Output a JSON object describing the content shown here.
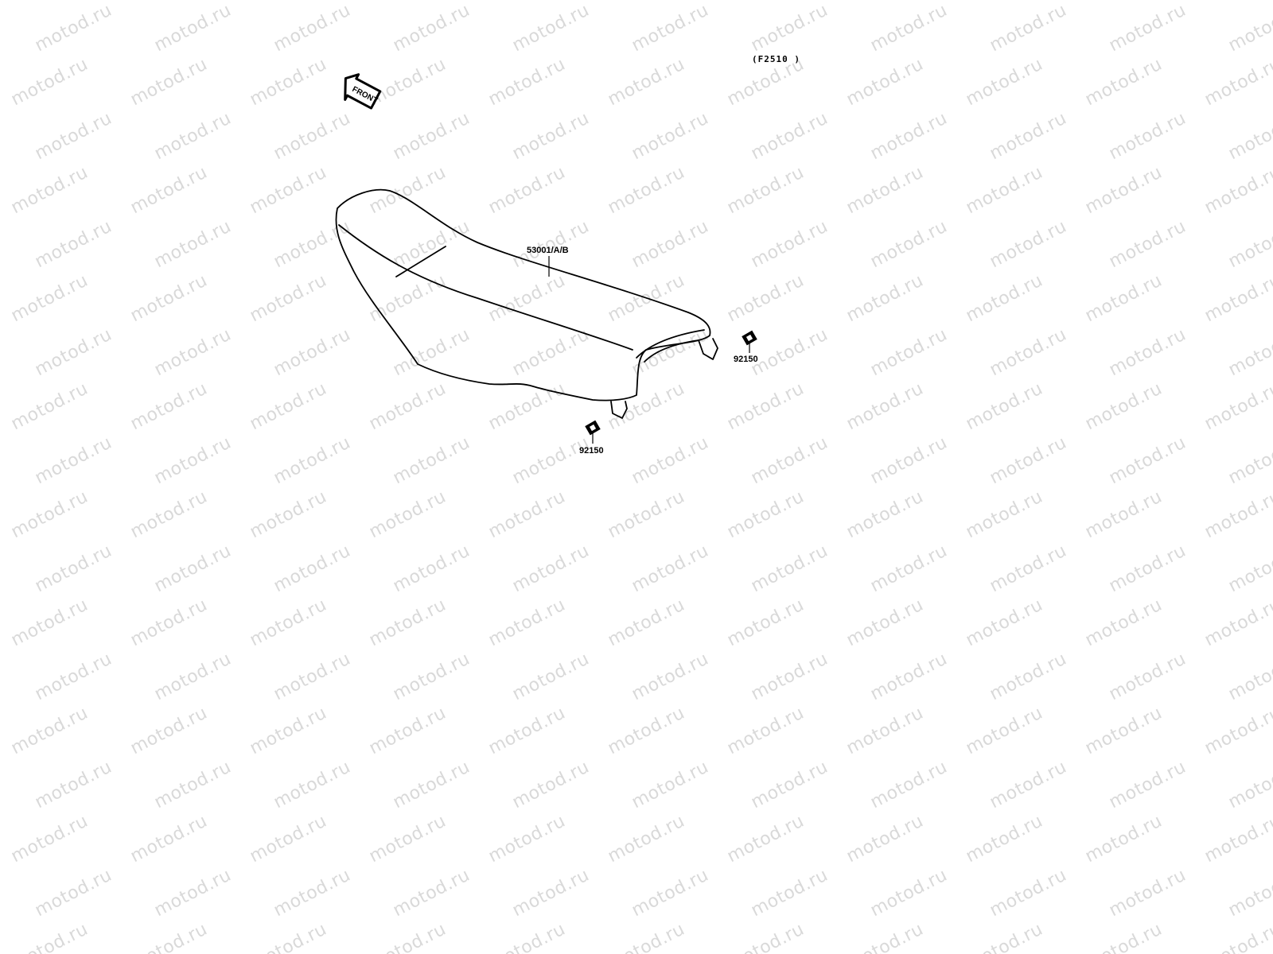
{
  "reference_code": "(F2510 )",
  "front_marker": {
    "label": "FRONT",
    "icon": "front-arrow-icon"
  },
  "parts": [
    {
      "number": "53001/A/B",
      "name": "seat"
    },
    {
      "number": "92150",
      "name": "bolt-rear"
    },
    {
      "number": "92150",
      "name": "bolt-front"
    }
  ],
  "watermark": "motod.ru",
  "colors": {
    "line": "#000000",
    "background": "#ffffff",
    "watermark": "#d9d9d9"
  }
}
